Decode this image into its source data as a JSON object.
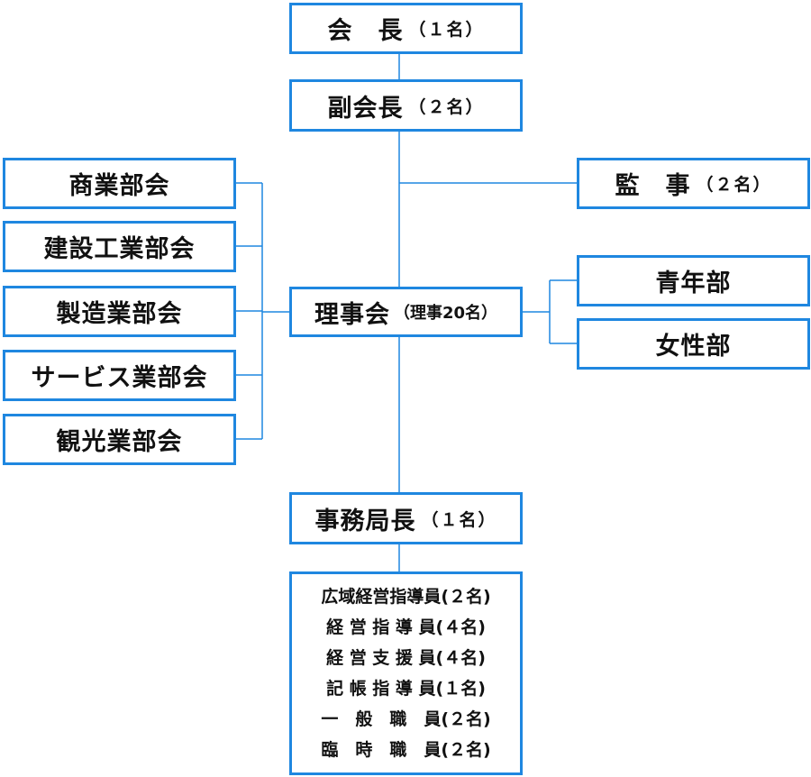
{
  "president": {
    "title": "会　長",
    "count": "（１名）"
  },
  "vice_president": {
    "title": "副会長",
    "count": "（２名）"
  },
  "auditor": {
    "title": "監　事",
    "count": "（２名）"
  },
  "board": {
    "title": "理事会",
    "count": "（理事20名）"
  },
  "divisions": [
    "商業部会",
    "建設工業部会",
    "製造業部会",
    "サービス業部会",
    "観光業部会"
  ],
  "youth": "青年部",
  "women": "女性部",
  "secretary_general": {
    "title": "事務局長",
    "count": "（１名）"
  },
  "staff": [
    "広域経営指導員(２名)",
    "経 営 指 導 員(４名)",
    "経 営 支 援 員(４名)",
    "記 帳 指 導 員(１名)",
    "一　般　職　員(２名)",
    "臨　時　職　員(２名)"
  ],
  "colors": {
    "box_border": "#1f87e0",
    "line": "#1f87e0"
  }
}
